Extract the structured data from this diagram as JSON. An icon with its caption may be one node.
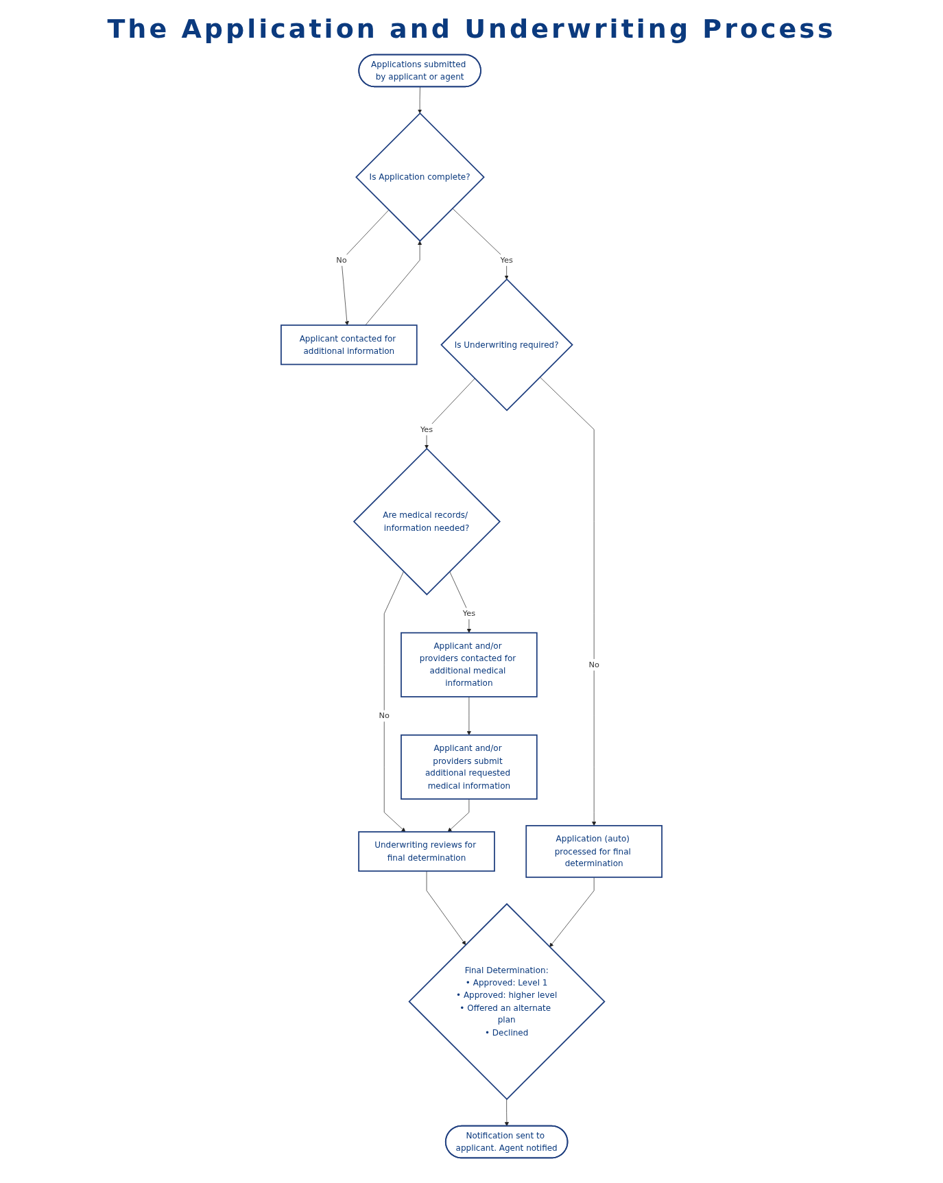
{
  "diagram": {
    "title": "The Application and Underwriting Process",
    "nodes": [
      {
        "text": [
          "Applications submitted by applicant or agent"
        ]
      },
      {
        "text": [
          "Is Application complete?"
        ]
      },
      {
        "text": [
          "Applicant contacted for additional information"
        ]
      },
      {
        "text": [
          "Is Underwriting required?"
        ]
      },
      {
        "text": [
          "Are medical records/ information needed?"
        ]
      },
      {
        "text": [
          "Applicant and/or providers contacted for additional medical information"
        ]
      },
      {
        "text": [
          "Application (auto) processed for final determination"
        ]
      },
      {
        "text": [
          "Underwriting reviews for final determination"
        ]
      },
      {
        "text": [
          "Applicant and/or providers submit additional requested medical information"
        ]
      },
      {
        "text": [
          "Final Determination:",
          "• Approved: Level 1",
          "• Approved: higher level",
          "• Offered an alternate plan",
          "• Declined"
        ]
      },
      {
        "text": [
          "Notification sent to applicant. Agent notified"
        ]
      }
    ],
    "edges": [
      {
        "from": 0,
        "to": 1,
        "arrow": "to"
      },
      {
        "from": 1,
        "to": 2,
        "arrow": "to",
        "label": "No"
      },
      {
        "from": 1,
        "to": 3,
        "arrow": "to",
        "label": "Yes"
      },
      {
        "from": 2,
        "to": 1,
        "arrow": "to"
      },
      {
        "from": 3,
        "to": 4,
        "arrow": "to",
        "label": "Yes"
      },
      {
        "from": 3,
        "to": 6,
        "arrow": "to",
        "label": "No"
      },
      {
        "from": 4,
        "to": 5,
        "arrow": "to",
        "label": "Yes"
      },
      {
        "from": 4,
        "to": 7,
        "arrow": "to",
        "label": "No"
      },
      {
        "from": 5,
        "to": 8,
        "arrow": "to"
      },
      {
        "from": 8,
        "to": 7,
        "arrow": "to"
      },
      {
        "from": 7,
        "to": 9,
        "arrow": "to"
      },
      {
        "from": 6,
        "to": 9,
        "arrow": "to"
      },
      {
        "from": 9,
        "to": 10,
        "arrow": "to"
      }
    ]
  }
}
